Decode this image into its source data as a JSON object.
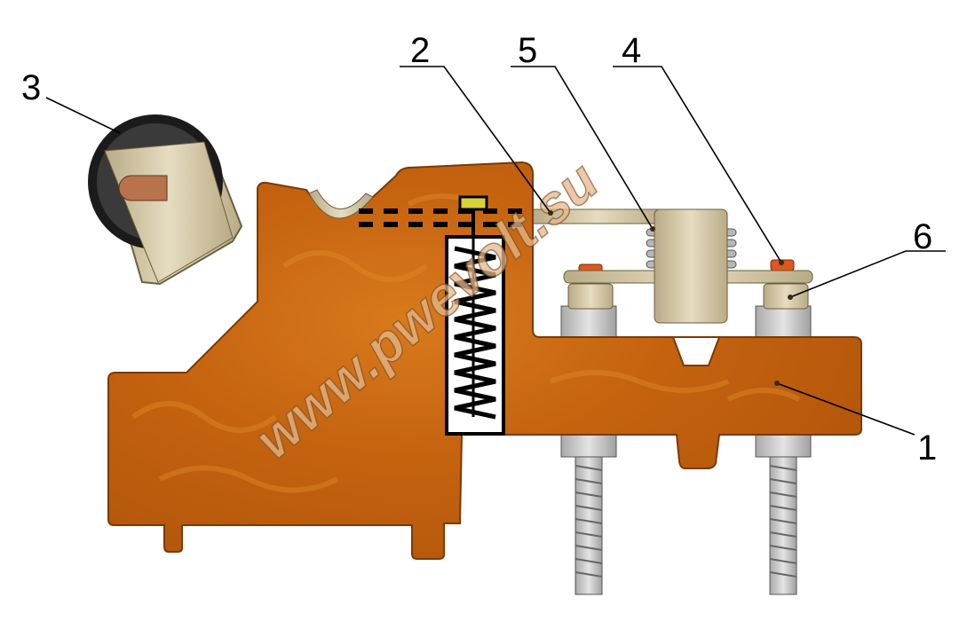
{
  "diagram": {
    "labels": {
      "l1": "1",
      "l2": "2",
      "l3": "3",
      "l4": "4",
      "l5": "5",
      "l6": "6"
    },
    "watermark": "www.pwevolt.su",
    "colors": {
      "body": "#c8650f",
      "body_dark": "#a8500a",
      "metal": "#d8c9a4",
      "nut": "#c9c9c9",
      "contact": "#e0561e",
      "spring_box": "#ffffff"
    }
  }
}
